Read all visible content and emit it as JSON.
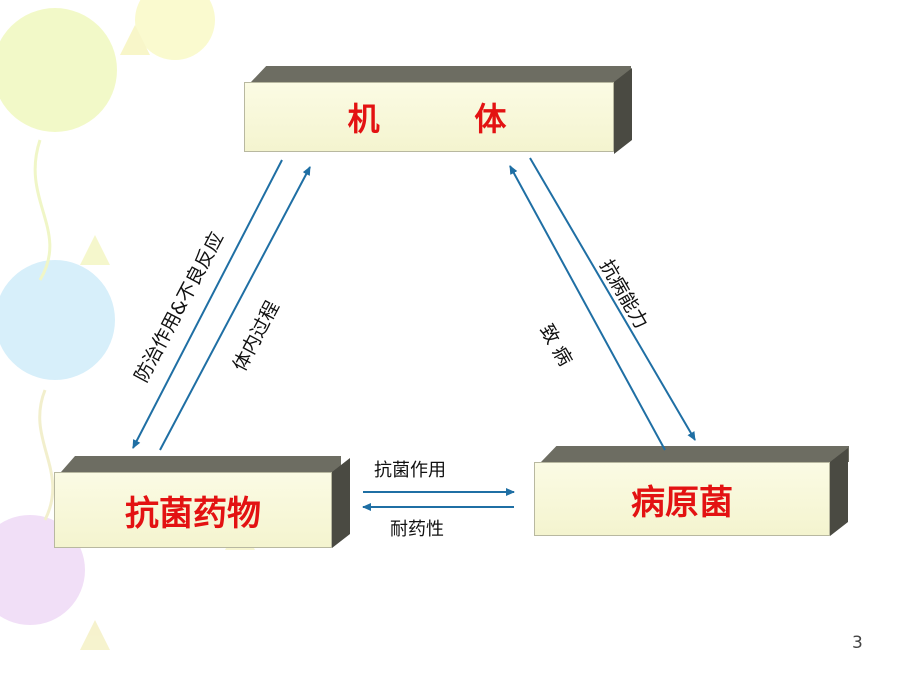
{
  "nodes": {
    "body": "机      体",
    "drug": "抗菌药物",
    "pathogen": "病原菌"
  },
  "edges": {
    "body_to_drug": "防治作用&不良反应",
    "drug_to_body": "体内过程",
    "pathogen_to_body": "致 病",
    "body_to_pathogen": "抗病能力",
    "drug_to_pathogen": "抗菌作用",
    "pathogen_to_drug": "耐药性"
  },
  "page_number": "3",
  "colors": {
    "node_text": "#e31212",
    "arrow": "#1f6fa4",
    "box_face": "#f8f8da"
  }
}
